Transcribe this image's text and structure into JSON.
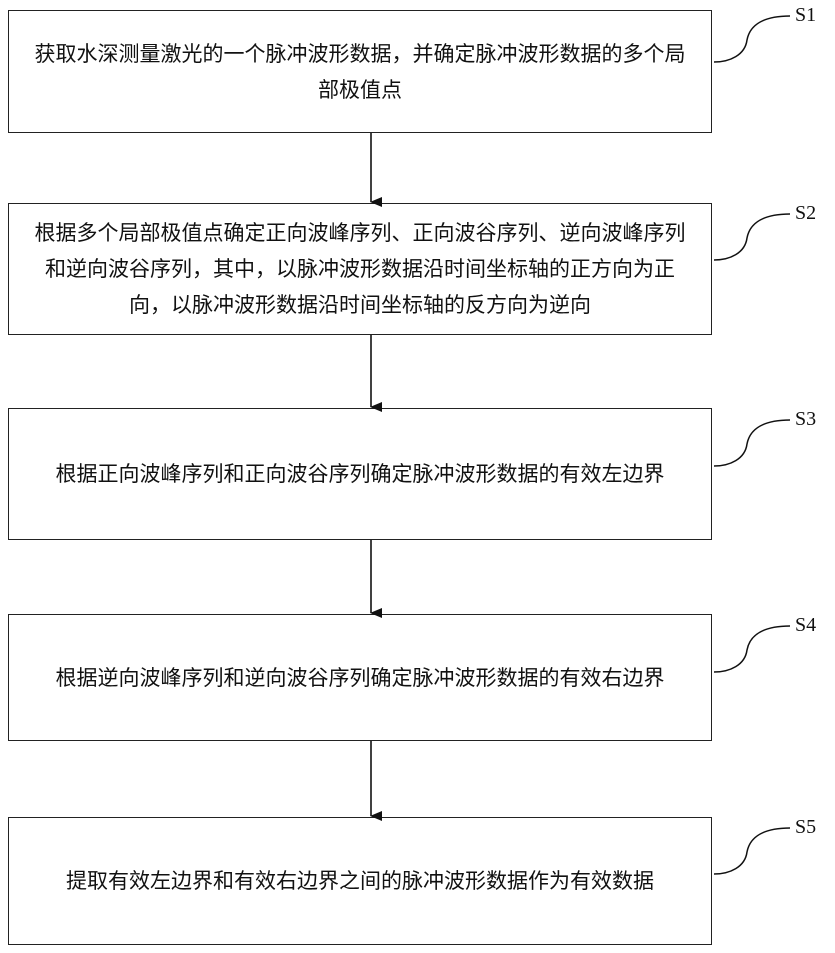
{
  "steps": [
    {
      "id": "S1",
      "text": "获取水深测量激光的一个脉冲波形数据，并确定脉冲波形数据的多个局部极值点"
    },
    {
      "id": "S2",
      "text": "根据多个局部极值点确定正向波峰序列、正向波谷序列、逆向波峰序列和逆向波谷序列，其中，以脉冲波形数据沿时间坐标轴的正方向为正向，以脉冲波形数据沿时间坐标轴的反方向为逆向"
    },
    {
      "id": "S3",
      "text": "根据正向波峰序列和正向波谷序列确定脉冲波形数据的有效左边界"
    },
    {
      "id": "S4",
      "text": "根据逆向波峰序列和逆向波谷序列确定脉冲波形数据的有效右边界"
    },
    {
      "id": "S5",
      "text": "提取有效左边界和有效右边界之间的脉冲波形数据作为有效数据"
    }
  ]
}
